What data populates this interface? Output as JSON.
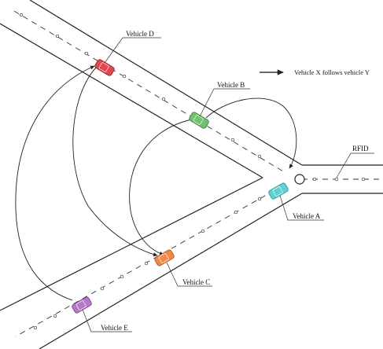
{
  "labels": {
    "vehicle_a": "Vehicle A",
    "vehicle_b": "Vehicle B",
    "vehicle_c": "Vehicle C",
    "vehicle_d": "Vehicle D",
    "vehicle_e": "Vehicle E",
    "rfid": "RFID",
    "legend": "Vehicle X follows vehicle Y"
  },
  "colors": {
    "vehicle_a": "#5fd0d4",
    "vehicle_b": "#6fc26f",
    "vehicle_c": "#f08a4b",
    "vehicle_d": "#e0474f",
    "vehicle_e": "#b478c8",
    "road": "#222222"
  },
  "icons": {
    "legend": "right-arrow-icon",
    "junction": "circle-node-icon",
    "vehicle": "car-icon"
  }
}
